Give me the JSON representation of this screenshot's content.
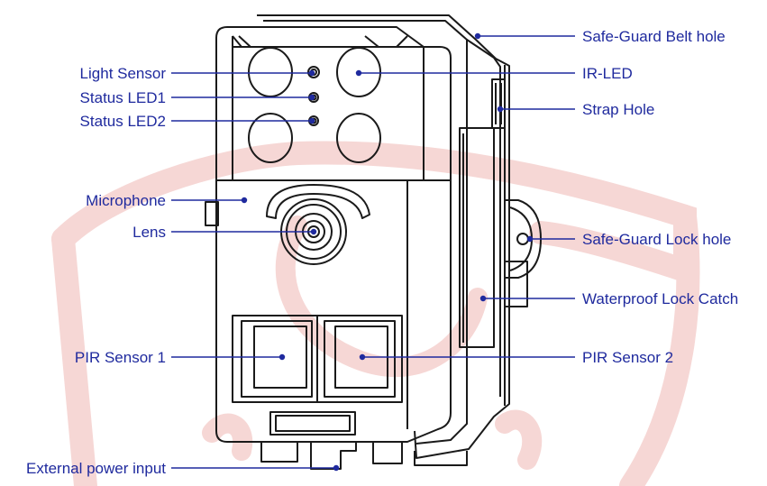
{
  "colors": {
    "label": "#1f2a9e",
    "leader": "#1f2a9e",
    "outline": "#1a1a1a",
    "dot": "#1f2a9e",
    "watermark": "#f6d7d5"
  },
  "watermark_icon": "brand-shield-watermark",
  "labels": {
    "light_sensor": "Light Sensor",
    "status_led1": "Status LED1",
    "status_led2": "Status LED2",
    "microphone": "Microphone",
    "lens": "Lens",
    "pir_sensor_1": "PIR Sensor 1",
    "external_power_input": "External power input",
    "safe_guard_belt_hole": "Safe-Guard Belt hole",
    "ir_led": "IR-LED",
    "strap_hole": "Strap Hole",
    "safe_guard_lock_hole": "Safe-Guard Lock hole",
    "waterproof_lock_catch": "Waterproof Lock Catch",
    "pir_sensor_2": "PIR Sensor 2"
  }
}
